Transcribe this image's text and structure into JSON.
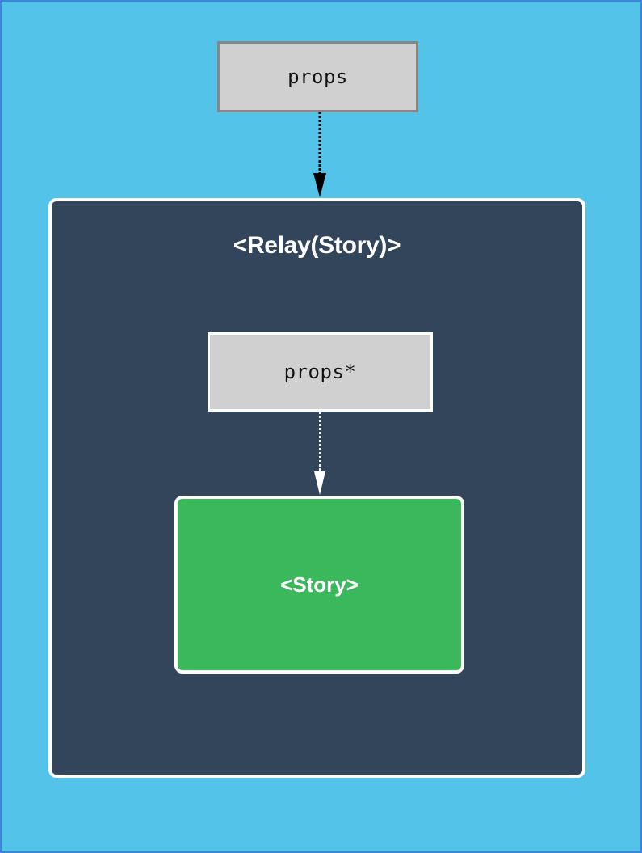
{
  "diagram": {
    "background_color": "#53c3ea",
    "page_border_color": "#4083dd",
    "nodes": {
      "outer_props": {
        "label": "props",
        "fill": "#d0d0d0",
        "border": "#878787",
        "shape": "rectangle"
      },
      "relay_container": {
        "title": "<Relay(Story)>",
        "fill": "#33455b",
        "border": "#ffffff",
        "shape": "rounded-rectangle"
      },
      "inner_props": {
        "label": "props*",
        "fill": "#d0d0d0",
        "border": "#ffffff",
        "shape": "rectangle"
      },
      "story": {
        "label": "<Story>",
        "fill": "#3cb85c",
        "border": "#ffffff",
        "shape": "rounded-rectangle"
      }
    },
    "edges": [
      {
        "from": "outer_props",
        "to": "relay_container",
        "style": "dashed",
        "color": "#000000",
        "arrowhead": "solid",
        "direction": "down"
      },
      {
        "from": "inner_props",
        "to": "story",
        "style": "dashed",
        "color": "#ffffff",
        "arrowhead": "solid",
        "direction": "down"
      }
    ]
  }
}
